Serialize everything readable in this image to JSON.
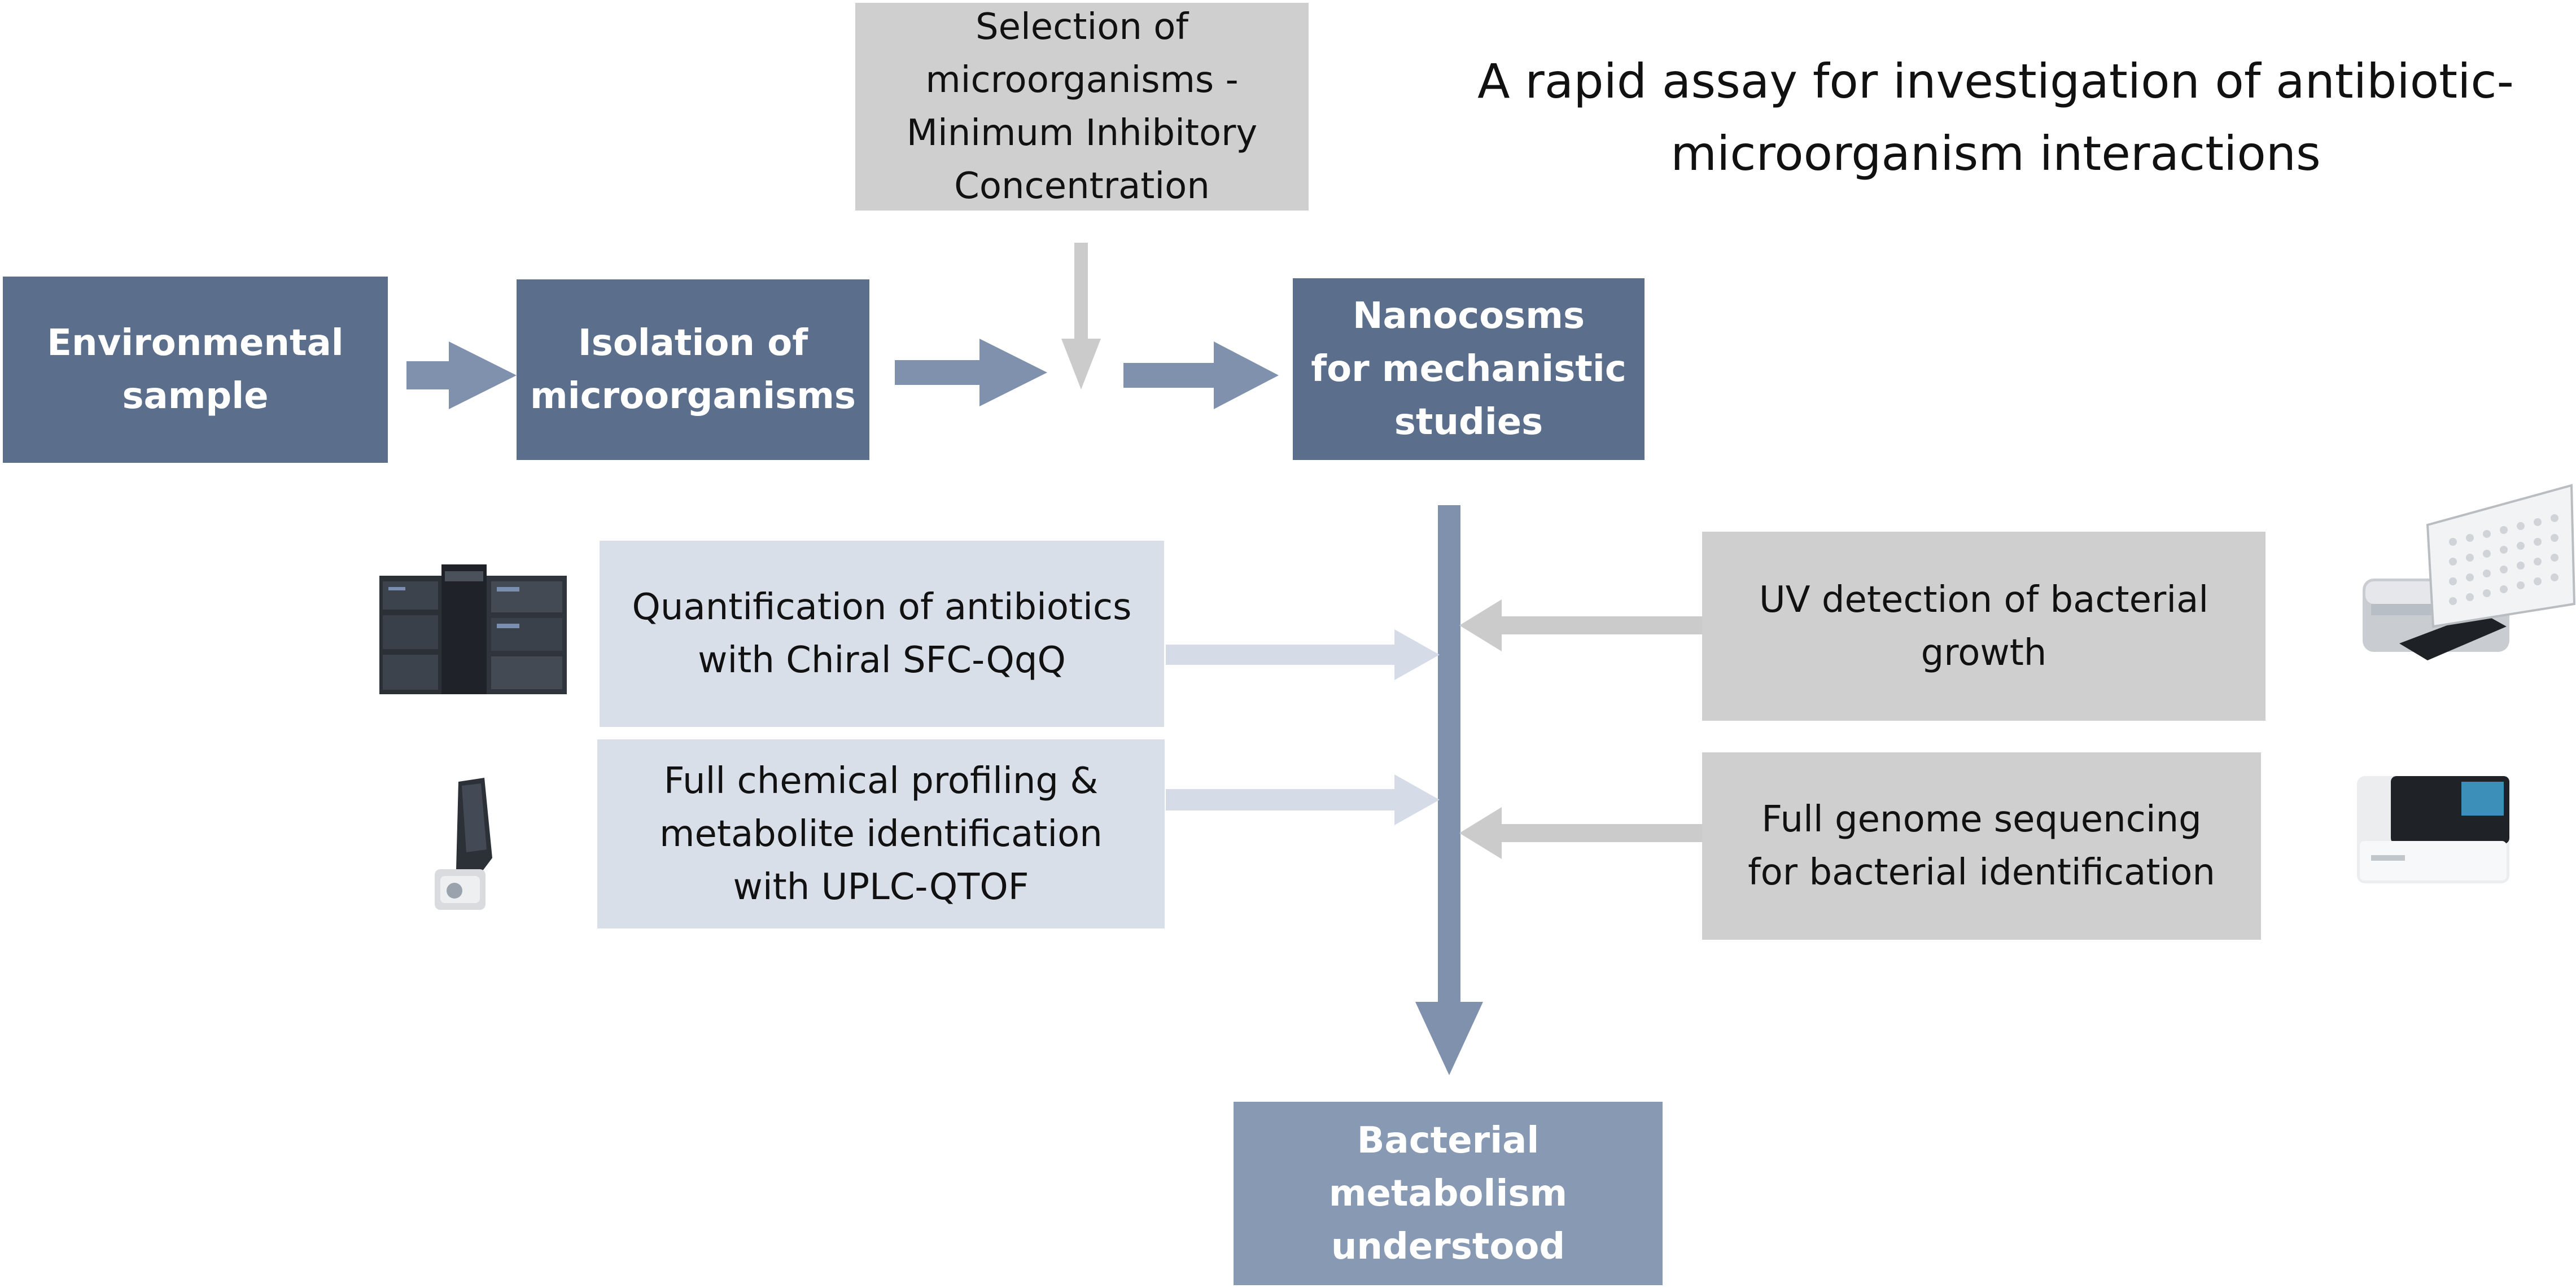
{
  "title": "A rapid assay for investigation of antibiotic-\nmicroorganism interactions",
  "boxes": {
    "selection": "Selection  of\nmicroorganisms -\nMinimum Inhibitory\nConcentration",
    "environmental_sample": "Environmental\nsample",
    "isolation": "Isolation of\nmicroorganisms",
    "nanocosms": "Nanocosms\nfor mechanistic\nstudies",
    "quantification": "Quantification of antibiotics\nwith Chiral SFC-QqQ",
    "profiling": "Full chemical profiling &\nmetabolite identification\nwith UPLC-QTOF",
    "uv_detection": "UV detection of bacterial\ngrowth",
    "genome_sequencing": "Full genome sequencing\nfor bacterial identification",
    "result": "Bacterial\nmetabolism\nunderstood"
  },
  "colors": {
    "dark_box": "#5b6e8c",
    "result_box": "#8899b3",
    "grey_box": "#d0cfcf",
    "light_box": "#d9dfe9",
    "main_arrow": "#7f91ad",
    "light_arrow": "#d5dce8",
    "grey_arrow": "#cbcbcb"
  },
  "icons": {
    "chromatography_system": "sfc-qqq-instrument-icon",
    "mass_spectrometer": "uplc-qtof-instrument-icon",
    "plate_reader": "microplate-reader-icon",
    "sequencer": "genome-sequencer-icon"
  }
}
